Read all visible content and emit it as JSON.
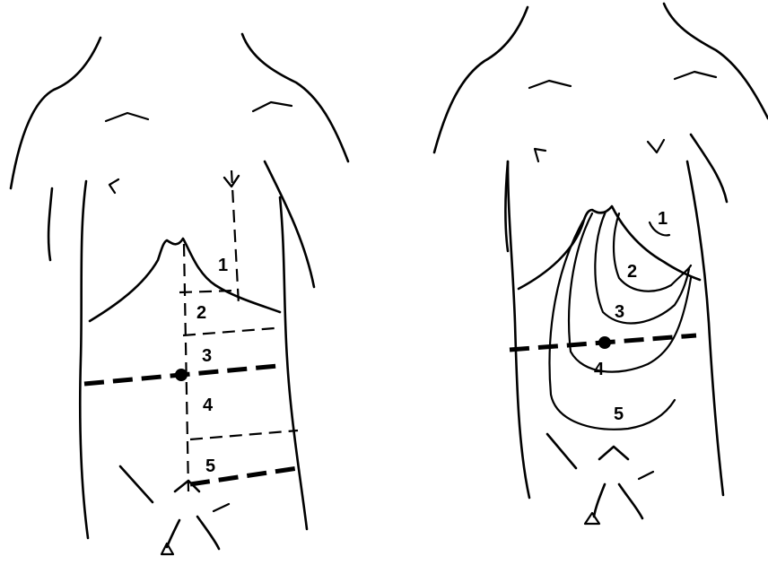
{
  "left_figure": {
    "region_labels": [
      "1",
      "2",
      "3",
      "4",
      "5"
    ]
  },
  "right_figure": {
    "region_labels": [
      "1",
      "2",
      "3",
      "4",
      "5"
    ]
  },
  "colors": {
    "line": "#000000",
    "background": "#ffffff"
  }
}
